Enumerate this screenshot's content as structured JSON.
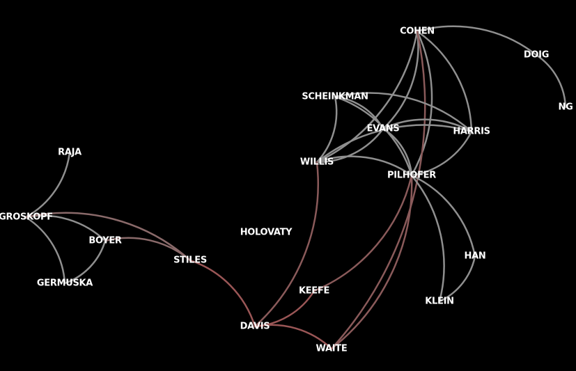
{
  "graph": {
    "nodes": [
      {
        "id": "COHEN",
        "label": "COHEN"
      },
      {
        "id": "DOIG",
        "label": "DOIG"
      },
      {
        "id": "NG",
        "label": "NG"
      },
      {
        "id": "SCHEINKMAN",
        "label": "SCHEINKMAN"
      },
      {
        "id": "EVANS",
        "label": "EVANS"
      },
      {
        "id": "HARRIS",
        "label": "HARRIS"
      },
      {
        "id": "WILLIS",
        "label": "WILLIS"
      },
      {
        "id": "PILHOFER",
        "label": "PILHOFER"
      },
      {
        "id": "RAJA",
        "label": "RAJA"
      },
      {
        "id": "GROSKOPF",
        "label": "GROSKOPF"
      },
      {
        "id": "BOYER",
        "label": "BOYER"
      },
      {
        "id": "GERMUSKA",
        "label": "GERMUSKA"
      },
      {
        "id": "STILES",
        "label": "STILES"
      },
      {
        "id": "HOLOVATY",
        "label": "HOLOVATY"
      },
      {
        "id": "KEEFE",
        "label": "KEEFE"
      },
      {
        "id": "DAVIS",
        "label": "DAVIS"
      },
      {
        "id": "WAITE",
        "label": "WAITE"
      },
      {
        "id": "HAN",
        "label": "HAN"
      },
      {
        "id": "KLEIN",
        "label": "KLEIN"
      }
    ],
    "edges": [
      {
        "source": "COHEN",
        "target": "DOIG",
        "color": "#8f8f8f"
      },
      {
        "source": "DOIG",
        "target": "NG",
        "color": "#8f8f8f"
      },
      {
        "source": "COHEN",
        "target": "EVANS",
        "color": "#8f8f8f"
      },
      {
        "source": "COHEN",
        "target": "HARRIS",
        "color": "#8f8f8f"
      },
      {
        "source": "COHEN",
        "target": "WILLIS",
        "color": "#8f8f8f"
      },
      {
        "source": "COHEN",
        "target": "PILHOFER",
        "color": "#8f8f8f"
      },
      {
        "source": "COHEN",
        "target": "WAITE",
        "color": "#8a5a5a"
      },
      {
        "source": "SCHEINKMAN",
        "target": "WILLIS",
        "color": "#8f8f8f"
      },
      {
        "source": "SCHEINKMAN",
        "target": "EVANS",
        "color": "#8f8f8f"
      },
      {
        "source": "SCHEINKMAN",
        "target": "HARRIS",
        "color": "#8f8f8f"
      },
      {
        "source": "SCHEINKMAN",
        "target": "PILHOFER",
        "color": "#8f8f8f"
      },
      {
        "source": "EVANS",
        "target": "HARRIS",
        "color": "#8f8f8f"
      },
      {
        "source": "EVANS",
        "target": "WILLIS",
        "color": "#8f8f8f"
      },
      {
        "source": "EVANS",
        "target": "PILHOFER",
        "color": "#8f8f8f"
      },
      {
        "source": "HARRIS",
        "target": "PILHOFER",
        "color": "#8f8f8f"
      },
      {
        "source": "WILLIS",
        "target": "PILHOFER",
        "color": "#8f8f8f"
      },
      {
        "source": "WILLIS",
        "target": "HARRIS",
        "color": "#8f8f8f"
      },
      {
        "source": "WILLIS",
        "target": "DAVIS",
        "color": "#8a5a5a"
      },
      {
        "source": "PILHOFER",
        "target": "HAN",
        "color": "#8f8f8f"
      },
      {
        "source": "PILHOFER",
        "target": "KLEIN",
        "color": "#8f8f8f"
      },
      {
        "source": "HAN",
        "target": "KLEIN",
        "color": "#8f8f8f"
      },
      {
        "source": "PILHOFER",
        "target": "KEEFE",
        "color": "#8a5a5a"
      },
      {
        "source": "PILHOFER",
        "target": "WAITE",
        "color": "#8a5a5a"
      },
      {
        "source": "RAJA",
        "target": "GROSKOPF",
        "color": "#8f8f8f"
      },
      {
        "source": "GROSKOPF",
        "target": "BOYER",
        "color": "#8f8f8f"
      },
      {
        "source": "GROSKOPF",
        "target": "GERMUSKA",
        "color": "#8f8f8f"
      },
      {
        "source": "BOYER",
        "target": "GERMUSKA",
        "color": "#8f8f8f"
      },
      {
        "source": "GROSKOPF",
        "target": "STILES",
        "color": "#8a6a6a"
      },
      {
        "source": "BOYER",
        "target": "STILES",
        "color": "#8a6a6a"
      },
      {
        "source": "STILES",
        "target": "DAVIS",
        "color": "#9a5656"
      },
      {
        "source": "KEEFE",
        "target": "DAVIS",
        "color": "#9a5656"
      },
      {
        "source": "DAVIS",
        "target": "WAITE",
        "color": "#9a5656"
      }
    ]
  }
}
